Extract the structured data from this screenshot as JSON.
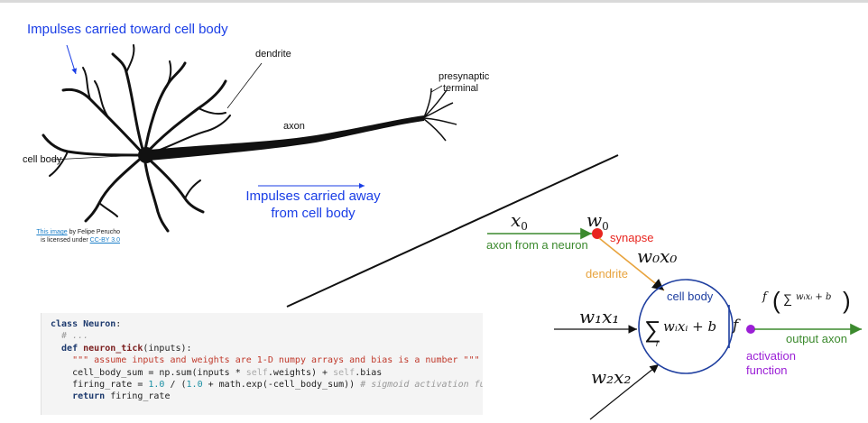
{
  "bio": {
    "impulses_toward": "Impulses carried toward cell body",
    "dendrite": "dendrite",
    "presynaptic_terminal_1": "presynaptic",
    "presynaptic_terminal_2": "terminal",
    "axon": "axon",
    "cell_body": "cell body",
    "impulses_away_1": "Impulses carried away",
    "impulses_away_2": "from cell body",
    "credit_link": "This image",
    "credit_by": " by Felipe Perucho",
    "credit_license_prefix": "is licensed under ",
    "credit_license": "CC-BY 3.0"
  },
  "model": {
    "x0": "x",
    "x0_sub": "0",
    "w0": "w",
    "w0_sub": "0",
    "synapse": "synapse",
    "axon_from_neuron": "axon from a neuron",
    "w0x0": "w₀x₀",
    "dendrite": "dendrite",
    "cell_body": "cell body",
    "w1x1": "w₁x₁",
    "w2x2": "w₂x₂",
    "sum_expr": "wᵢxᵢ + b",
    "sum_index": "i",
    "f": "f",
    "output_func": "f",
    "output_sum_expr": "wᵢxᵢ + b",
    "output_axon": "output axon",
    "activation_1": "activation",
    "activation_2": "function"
  },
  "code": {
    "line1_kw": "class",
    "line1_name": "Neuron",
    "line1_end": ":",
    "line2": "  # ...",
    "line3_kw": "  def",
    "line3_fn": "neuron_tick",
    "line3_end": "(inputs):",
    "line4": "    \"\"\" assume inputs and weights are 1-D numpy arrays and bias is a number \"\"\"",
    "line5_a": "    cell_body_sum = np.sum(inputs * ",
    "line5_self1": "self",
    "line5_b": ".weights) + ",
    "line5_self2": "self",
    "line5_c": ".bias",
    "line6_a": "    firing_rate = ",
    "line6_n1": "1.0",
    "line6_b": " / (",
    "line6_n2": "1.0",
    "line6_c": " + math.exp(-cell_body_sum)) ",
    "line6_cm": "# sigmoid activation function",
    "line7_kw": "    return",
    "line7_end": " firing_rate"
  },
  "colors": {
    "blue_text": "#1a3ee6",
    "synapse_red": "#e8251f",
    "axon_green": "#3c8a2e",
    "dendrite_orange": "#e8a33d",
    "cell_blue": "#1f3fa0",
    "activation_purple": "#9b1fd6"
  }
}
